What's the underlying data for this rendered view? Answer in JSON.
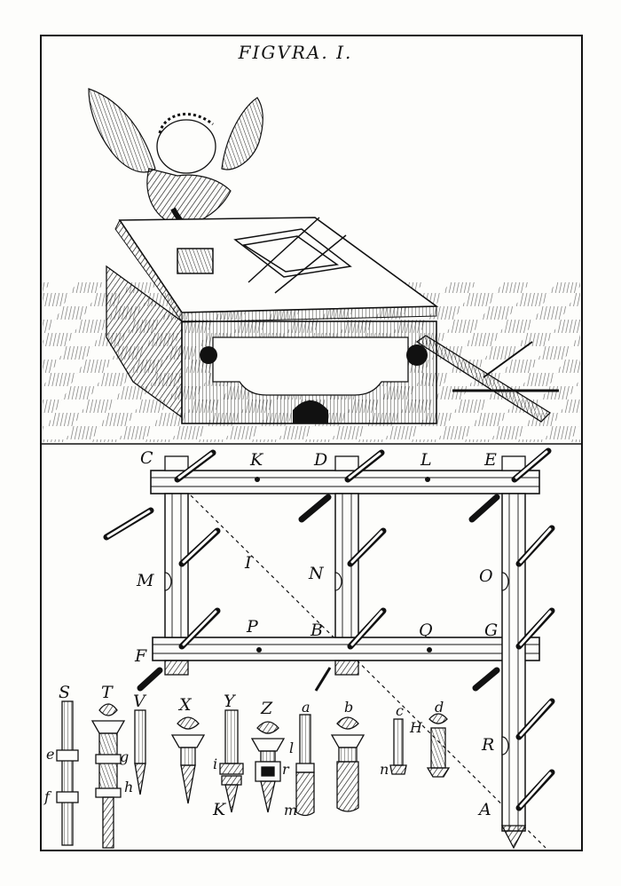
{
  "figure_title": "FIGVRA. I.",
  "frame_labels": {
    "C": "C",
    "K": "K",
    "D": "D",
    "L": "L",
    "E": "E",
    "M": "M",
    "I": "I",
    "N": "N",
    "O": "O",
    "F": "F",
    "P": "P",
    "B": "B",
    "Q": "Q",
    "G": "G",
    "R": "R",
    "A": "A",
    "H": "H"
  },
  "pin_labels": {
    "S": "S",
    "T": "T",
    "V": "V",
    "X": "X",
    "Y": "Y",
    "Z": "Z",
    "a": "a",
    "b": "b",
    "c": "c",
    "d": "d",
    "e": "e",
    "f": "f",
    "g": "g",
    "h": "h",
    "i": "i",
    "k": "K",
    "l": "l",
    "m": "m",
    "n": "n",
    "r": "r"
  }
}
